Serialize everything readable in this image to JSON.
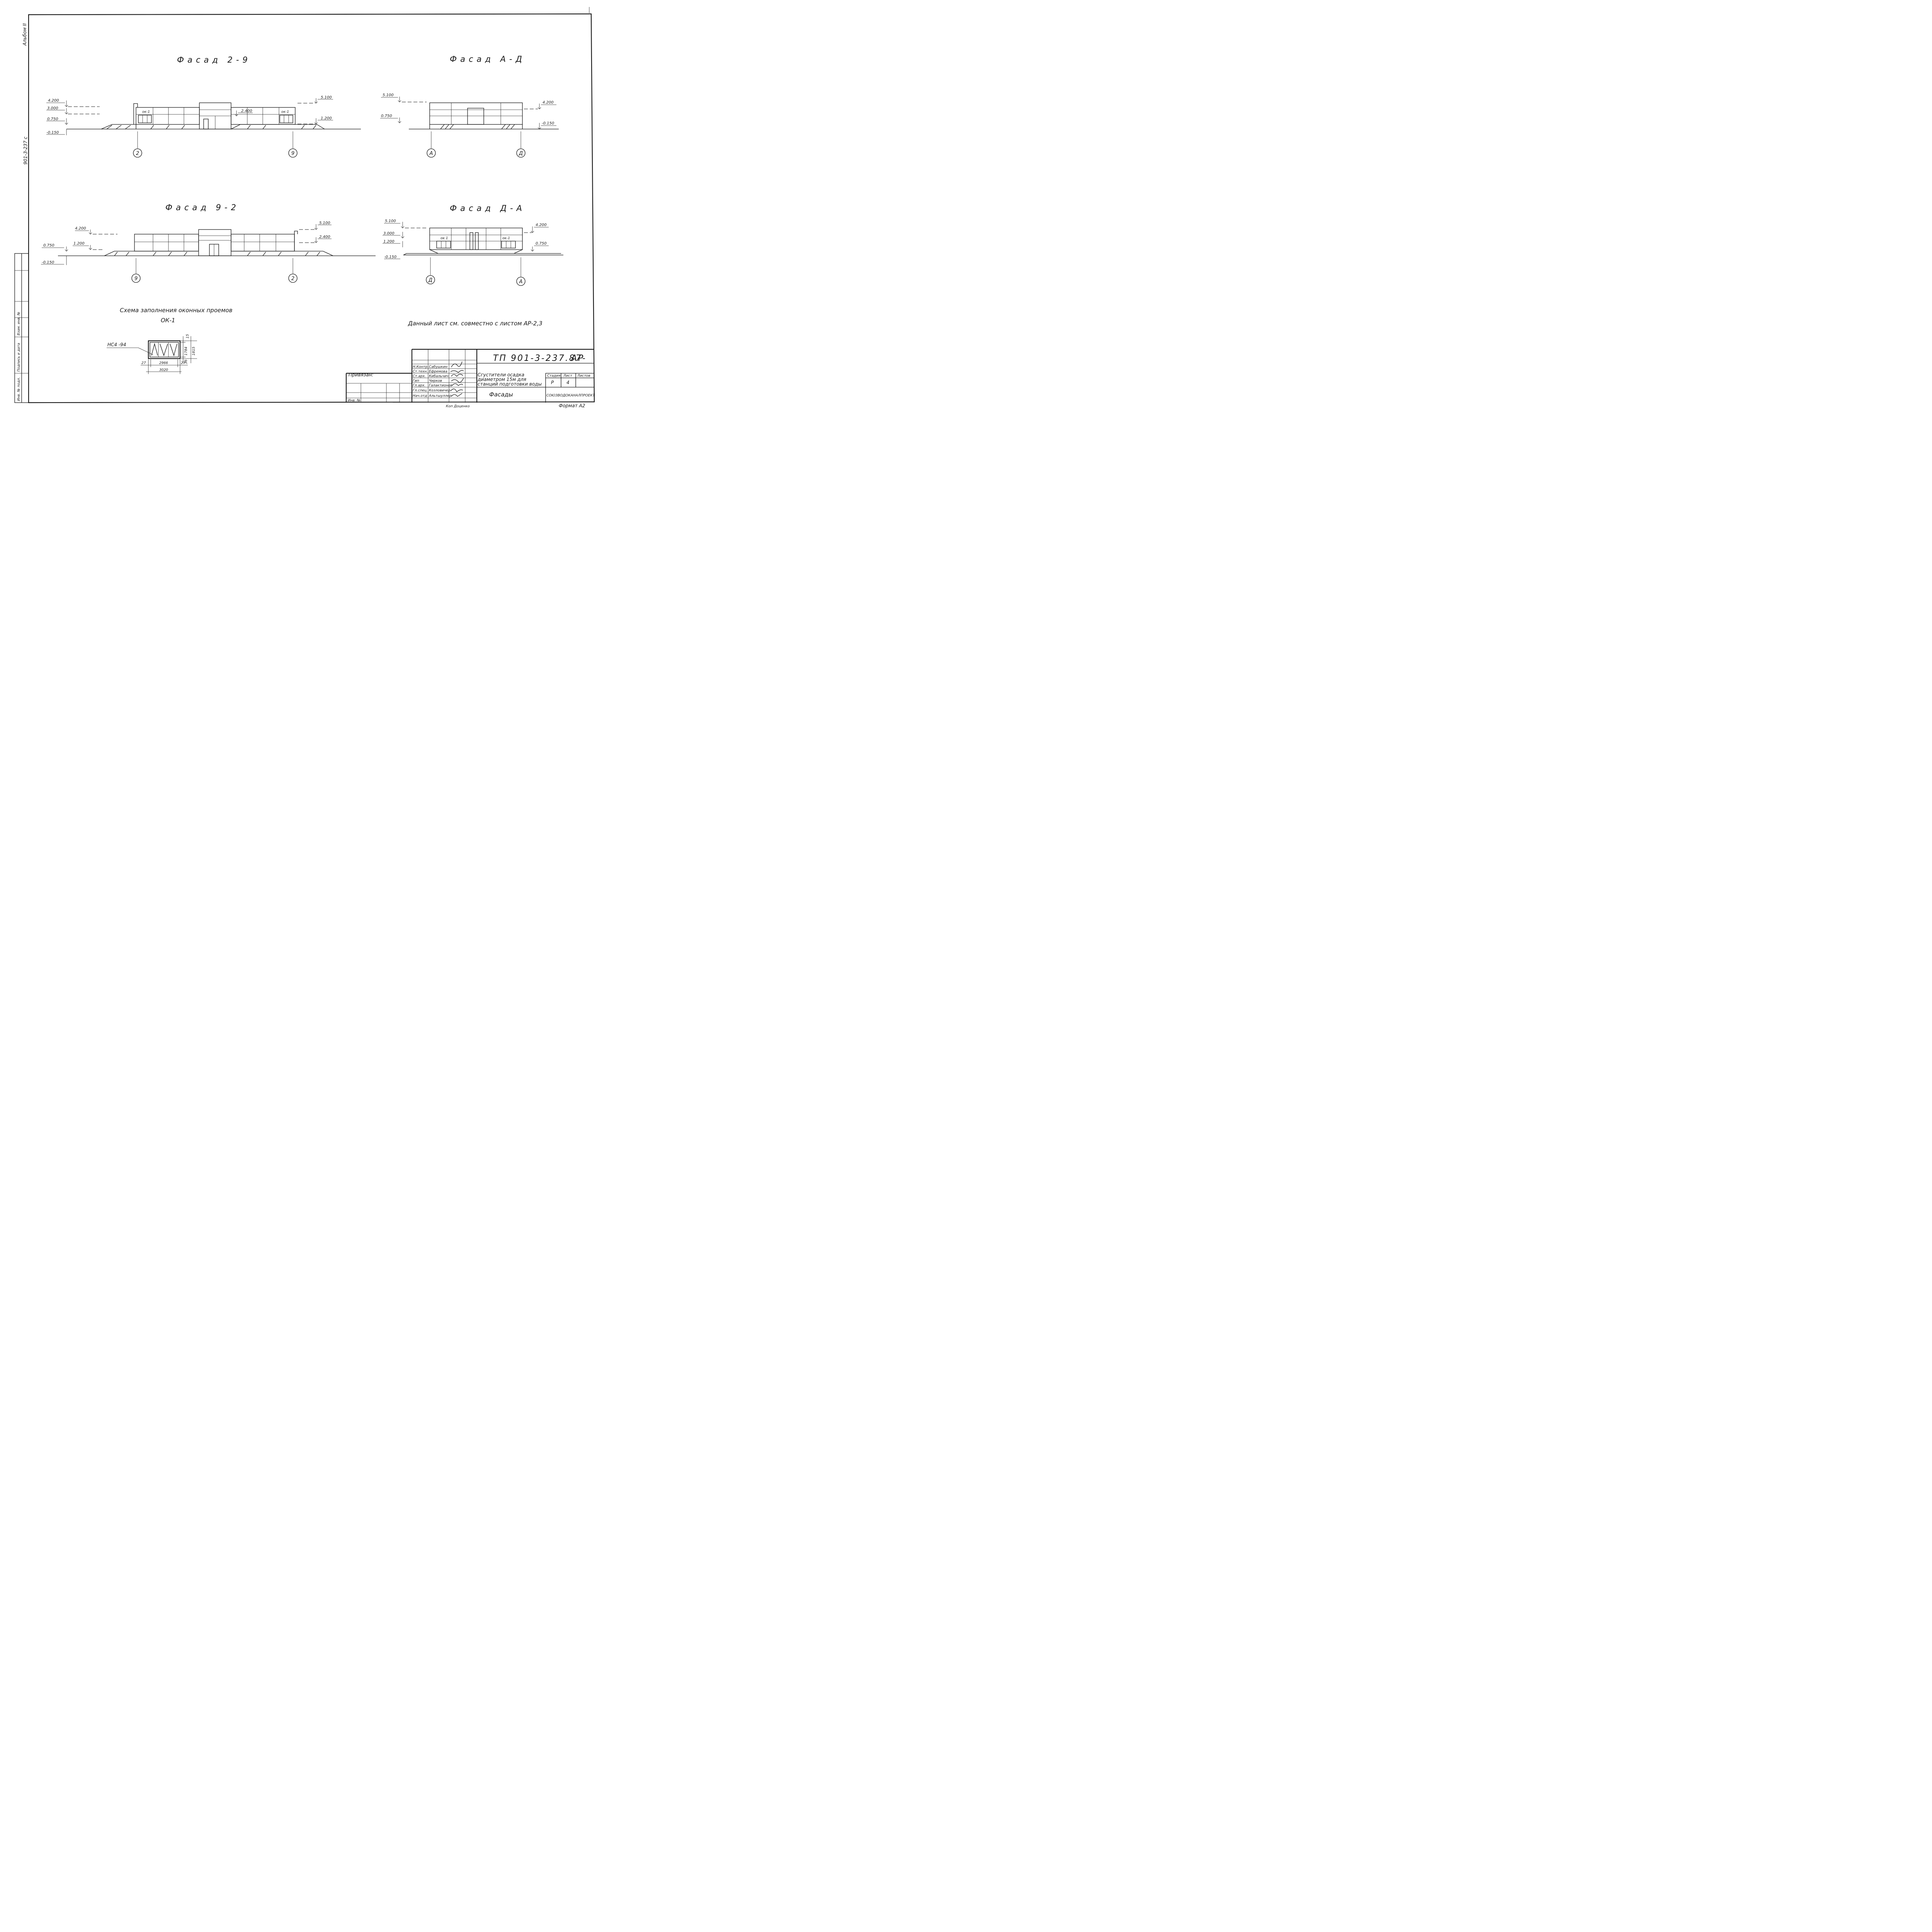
{
  "sheet": {
    "album": "Альбом II",
    "side_code": "901-3-237 с",
    "side_stamp": [
      "Инв. № подл.",
      "Подпись и дата",
      "Взам. инв. №"
    ]
  },
  "facades": [
    {
      "title": "Фасад 2-9",
      "levels_left": [
        "4.200",
        "3.000",
        "0.750",
        "-0.150"
      ],
      "levels_right": [
        "5.100",
        "2.400",
        "1.200"
      ],
      "windows": [
        "ок-1",
        "ок-1"
      ],
      "axes": [
        "2",
        "9"
      ]
    },
    {
      "title": "Фасад А-Д",
      "levels_left": [
        "5.100",
        "0.750"
      ],
      "levels_right": [
        "4.200",
        "-0.150"
      ],
      "axes": [
        "А",
        "Д"
      ]
    },
    {
      "title": "Фасад 9-2",
      "levels_left": [
        "4.200",
        "1.200",
        "0.750",
        "-0.150"
      ],
      "levels_right": [
        "5.100",
        "2.400"
      ],
      "axes": [
        "9",
        "2"
      ]
    },
    {
      "title": "Фасад Д-А",
      "levels_left": [
        "5.100",
        "3.000",
        "1.200",
        "-0.150"
      ],
      "levels_right": [
        "4.200",
        "0.750"
      ],
      "windows": [
        "ок 1",
        "ок-1"
      ],
      "axes": [
        "Д",
        "А"
      ]
    }
  ],
  "window_scheme": {
    "title": "Схема заполнения оконных проемов",
    "mark": "ОК-1",
    "leader_label": "НС4 -94",
    "dims": {
      "left_margin": "27",
      "inner_width": "2966",
      "right_margin": "27",
      "total_width": "3020",
      "top_gap": "15",
      "inner_height": "1784",
      "bottom_gap": "36",
      "total_height": "1815"
    }
  },
  "note": "Данный лист см. совместно с листом АР-2,3",
  "title_block": {
    "doc_code": "ТП 901-3-237.87-",
    "doc_suffix": "АР",
    "tied_label": "Привязан:",
    "inv_label": "Инв. №",
    "roles": [
      "Н.Контр.",
      "Ст.техн.",
      "Ст.арх.",
      "Гип",
      "Гл.арх.",
      "Гл.спец.",
      "Нач.отд"
    ],
    "names": [
      "Сабушкин",
      "Ефремова",
      "Кибальчич",
      "Чирков",
      "Галактионов",
      "Козловичер",
      "Альтшуллер"
    ],
    "project_title": "Сгустители осадка диаметром 15м для станций подготовки воды",
    "sheet_title": "Фасады",
    "stage_label": "Стадия",
    "sheet_label": "Лист",
    "sheets_label": "Листов",
    "stage_value": "Р",
    "sheet_value": "4",
    "organization": "СОЮЗВОДОКАНАЛПРОЕКТ",
    "copier": "Коп Доценко",
    "format": "Формат А2"
  }
}
